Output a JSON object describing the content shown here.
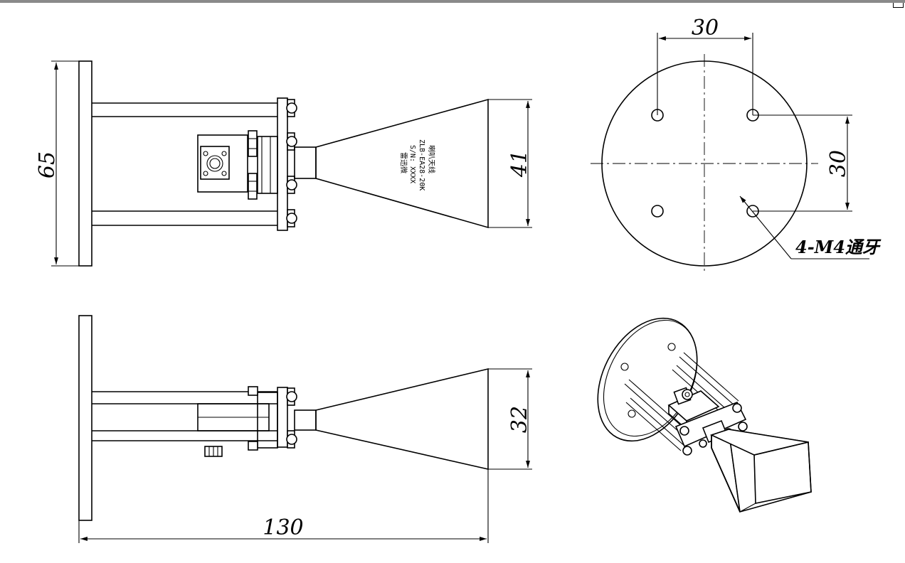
{
  "drawing": {
    "dimensions": {
      "flange_height": "65",
      "horn_aperture_front": "41",
      "horn_aperture_side": "32",
      "overall_length": "130",
      "hole_spacing_horizontal": "30",
      "hole_spacing_vertical": "30"
    },
    "callout": "4-M4通牙",
    "horn_marking": {
      "line1": "喇叭天线",
      "line2": "ZLB-EA28-20K",
      "line3": "S/N: XXXX",
      "line4": "雷迅微"
    }
  },
  "colors": {
    "line": "#000000",
    "background": "#ffffff",
    "titlebar": "#8a8a8a"
  }
}
